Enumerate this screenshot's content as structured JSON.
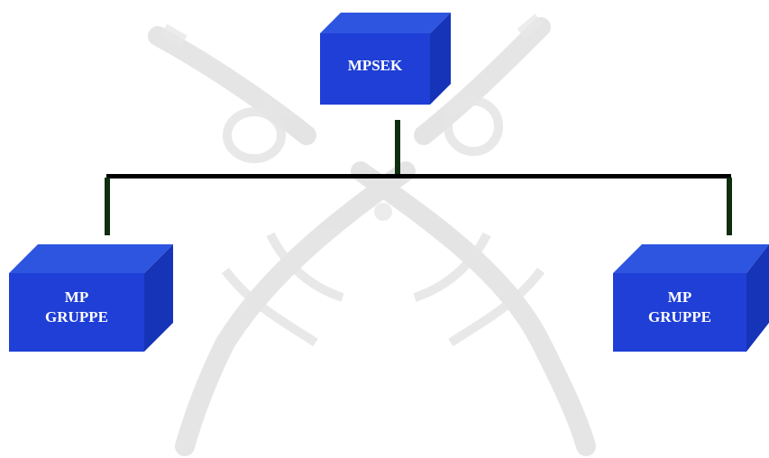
{
  "diagram": {
    "root": {
      "label": "MPSEK"
    },
    "children": [
      {
        "label_line1": "MP",
        "label_line2": "GRUPPE"
      },
      {
        "label_line1": "MP",
        "label_line2": "GRUPPE"
      }
    ]
  },
  "colors": {
    "box_front": "#1f3fd6",
    "box_top": "#2e55e0",
    "box_side": "#1634b8",
    "connector_horizontal": "#000000",
    "connector_vertical": "#0f2e10",
    "watermark": "#e4e4e4",
    "label_text": "#ffffff"
  },
  "watermark_icon": "crossed-pistols-icon"
}
